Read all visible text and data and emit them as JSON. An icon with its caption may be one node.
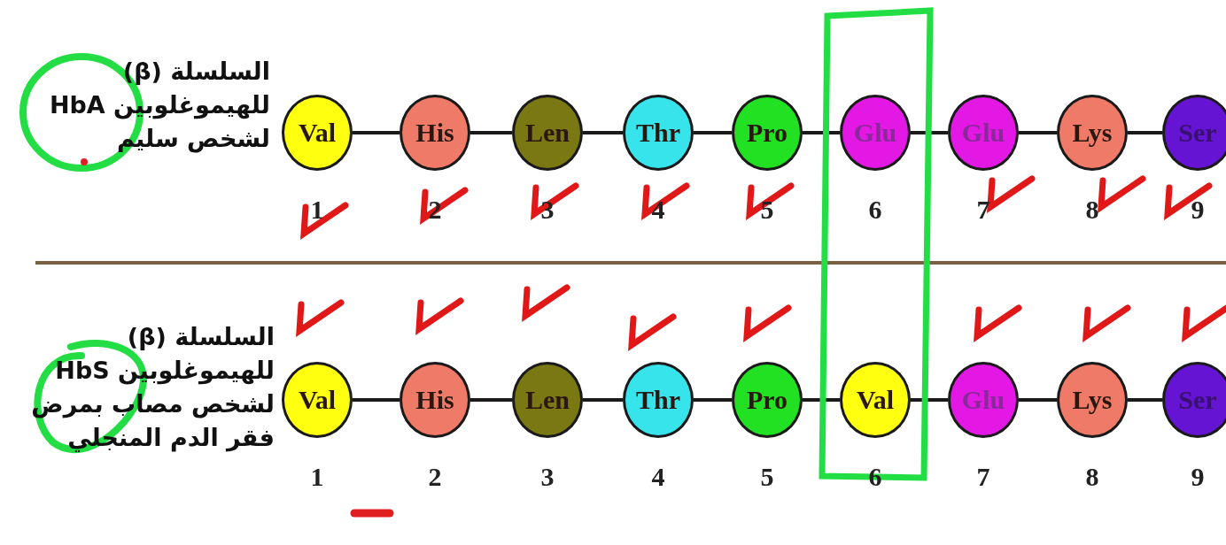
{
  "diagram": {
    "nodes": [
      {
        "text": [
          "Val"
        ],
        "beside": [
          "1"
        ]
      },
      {
        "text": [
          "His"
        ],
        "beside": [
          "2"
        ]
      },
      {
        "text": [
          "Len"
        ],
        "beside": [
          "3"
        ]
      },
      {
        "text": [
          "Thr"
        ],
        "beside": [
          "4"
        ]
      },
      {
        "text": [
          "Pro"
        ],
        "beside": [
          "5"
        ]
      },
      {
        "text": [
          "Glu"
        ],
        "beside": [
          "6"
        ]
      },
      {
        "text": [
          "Glu"
        ],
        "beside": [
          "7"
        ]
      },
      {
        "text": [
          "Lys"
        ],
        "beside": [
          "8"
        ]
      },
      {
        "text": [
          "Ser"
        ],
        "beside": [
          "9"
        ]
      },
      {
        "text": [
          "Val"
        ],
        "beside": [
          "1"
        ]
      },
      {
        "text": [
          "His"
        ],
        "beside": [
          "2"
        ]
      },
      {
        "text": [
          "Len"
        ],
        "beside": [
          "3"
        ]
      },
      {
        "text": [
          "Thr"
        ],
        "beside": [
          "4"
        ]
      },
      {
        "text": [
          "Pro"
        ],
        "beside": [
          "5"
        ]
      },
      {
        "text": [
          "Val"
        ],
        "beside": [
          "6"
        ]
      },
      {
        "text": [
          "Glu"
        ],
        "beside": [
          "7"
        ]
      },
      {
        "text": [
          "Lys"
        ],
        "beside": [
          "8"
        ]
      },
      {
        "text": [
          "Ser"
        ],
        "beside": [
          "9"
        ]
      }
    ],
    "edges": [
      {
        "from": 0,
        "to": 1,
        "arrow": "none"
      },
      {
        "from": 1,
        "to": 2,
        "arrow": "none"
      },
      {
        "from": 2,
        "to": 3,
        "arrow": "none"
      },
      {
        "from": 3,
        "to": 4,
        "arrow": "none"
      },
      {
        "from": 4,
        "to": 5,
        "arrow": "none"
      },
      {
        "from": 5,
        "to": 6,
        "arrow": "none"
      },
      {
        "from": 6,
        "to": 7,
        "arrow": "none"
      },
      {
        "from": 7,
        "to": 8,
        "arrow": "none"
      },
      {
        "from": 9,
        "to": 10,
        "arrow": "none"
      },
      {
        "from": 10,
        "to": 11,
        "arrow": "none"
      },
      {
        "from": 11,
        "to": 12,
        "arrow": "none"
      },
      {
        "from": 12,
        "to": 13,
        "arrow": "none"
      },
      {
        "from": 13,
        "to": 14,
        "arrow": "none"
      },
      {
        "from": 14,
        "to": 15,
        "arrow": "none"
      },
      {
        "from": 15,
        "to": 16,
        "arrow": "none"
      },
      {
        "from": 16,
        "to": 17,
        "arrow": "none"
      }
    ],
    "labels": [
      "السلسلة (β) للهيموغلوبين HbA لشخص سليم",
      "السلسلة (β) للهيموغلوبين HbS لشخص مصاب بمرض فقر الدم المنجلي"
    ]
  }
}
